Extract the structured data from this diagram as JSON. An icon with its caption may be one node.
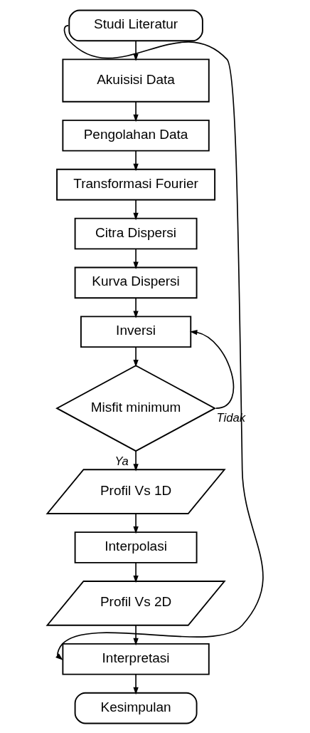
{
  "diagram": {
    "nodes": [
      {
        "text": [
          "Studi Literatur"
        ]
      },
      {
        "text": [
          "Akuisisi Data"
        ]
      },
      {
        "text": [
          "Pengolahan Data"
        ]
      },
      {
        "text": [
          "Transformasi Fourier"
        ]
      },
      {
        "text": [
          "Citra Dispersi"
        ]
      },
      {
        "text": [
          "Kurva Dispersi"
        ]
      },
      {
        "text": [
          "Inversi"
        ]
      },
      {
        "text": [
          "Misfit minimum"
        ]
      },
      {
        "text": [
          "Profil Vs 1D"
        ]
      },
      {
        "text": [
          "Interpolasi"
        ]
      },
      {
        "text": [
          "Profil Vs 2D"
        ]
      },
      {
        "text": [
          "Interpretasi"
        ]
      },
      {
        "text": [
          "Kesimpulan"
        ]
      }
    ],
    "edges": [
      {
        "from": 0,
        "to": 1,
        "arrow": "to"
      },
      {
        "from": 1,
        "to": 2,
        "arrow": "to"
      },
      {
        "from": 2,
        "to": 3,
        "arrow": "to"
      },
      {
        "from": 3,
        "to": 4,
        "arrow": "to"
      },
      {
        "from": 4,
        "to": 5,
        "arrow": "to"
      },
      {
        "from": 5,
        "to": 6,
        "arrow": "to"
      },
      {
        "from": 6,
        "to": 7,
        "arrow": "to"
      },
      {
        "from": 7,
        "to": 6,
        "arrow": "to",
        "label": "Tidak"
      },
      {
        "from": 7,
        "to": 8,
        "arrow": "to",
        "label": "Ya"
      },
      {
        "from": 8,
        "to": 9,
        "arrow": "to"
      },
      {
        "from": 9,
        "to": 10,
        "arrow": "to"
      },
      {
        "from": 10,
        "to": 11,
        "arrow": "to"
      },
      {
        "from": 0,
        "to": 11,
        "arrow": "to"
      },
      {
        "from": 11,
        "to": 12,
        "arrow": "to"
      }
    ]
  }
}
